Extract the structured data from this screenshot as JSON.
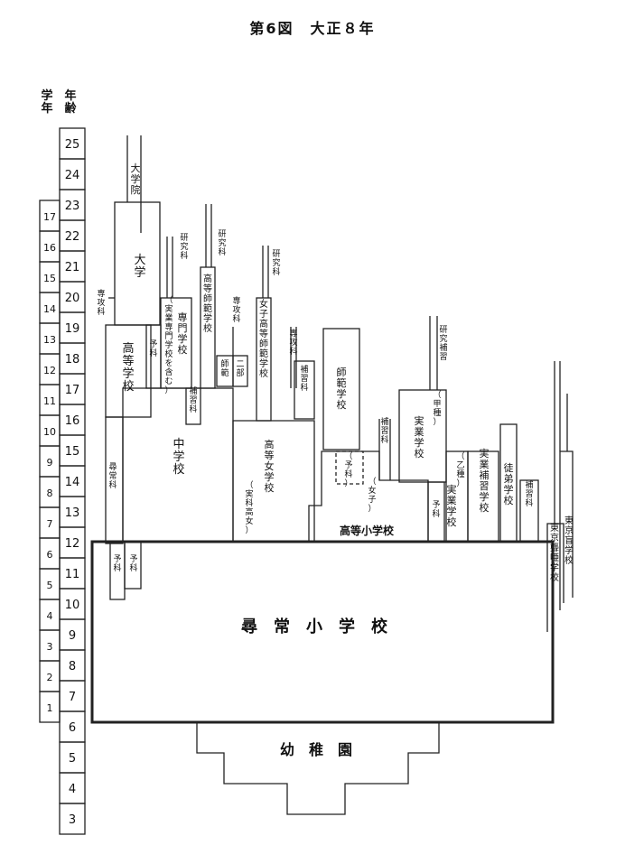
{
  "title": "第6図　大正８年",
  "headers": {
    "school_year": "学年",
    "age": "年齢"
  },
  "ages": [
    "25",
    "24",
    "23",
    "22",
    "21",
    "20",
    "19",
    "18",
    "17",
    "16",
    "15",
    "14",
    "13",
    "12",
    "11",
    "10",
    "9",
    "8",
    "7",
    "6",
    "5",
    "4",
    "3"
  ],
  "grades": [
    "17",
    "16",
    "15",
    "14",
    "13",
    "12",
    "11",
    "10",
    "9",
    "8",
    "7",
    "6",
    "5",
    "4",
    "3",
    "2",
    "1"
  ],
  "labels": {
    "graduate_school": "大学院",
    "university": "大学",
    "senkoka_1": "専攻科",
    "kenkyuka_1": "研究科",
    "kenkyuka_2": "研究科",
    "kenkyuka_3": "研究科",
    "higher_school": "高等学校",
    "yoka_1": "予科",
    "specialized_school": "専門学校",
    "specialized_note": "（実業専門学校を含む）",
    "higher_normal": "高等師範学校",
    "senkoka_2": "専攻科",
    "normal_small": "師範",
    "nibu": "二部",
    "womens_higher_normal": "女子高等師範学校",
    "senkoka_3": "専攻科",
    "hoshuka_1": "補習科",
    "hoshuka_2": "補習科",
    "normal_school": "師範学校",
    "kenkyu_hoshu": "研究補習",
    "jinjoka": "尋常科",
    "middle_school": "中学校",
    "girls_higher": "高等女学校",
    "girls_higher_note": "（実科高女）",
    "yoka_2": "（予科）",
    "joshi": "（女子）",
    "hoshuka_3": "補習科",
    "higher_elementary": "高等小学校",
    "yoka_3": "予科",
    "vocational_a_type": "（甲種）",
    "vocational_a": "実業学校",
    "vocational_b_type": "（乙種）",
    "vocational_b": "実業学校",
    "vocational_supp": "実業補習学校",
    "apprentice": "徒弟学校",
    "hoshuka_4": "補習科",
    "blind": "東京盲学校",
    "deaf": "東京聾唖学校",
    "yoka_4": "予科",
    "yoka_5": "予科",
    "elementary": "尋　常　小　学　校",
    "kindergarten": "幼　稚　園"
  }
}
